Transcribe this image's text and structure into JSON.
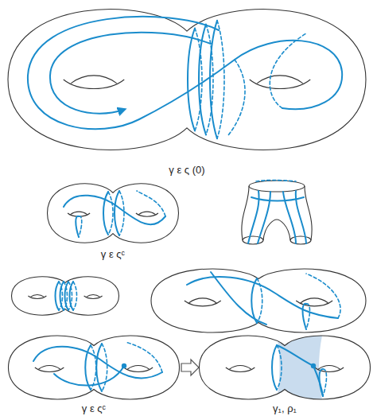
{
  "diagram": {
    "labels": [
      "γ ε ς (0)",
      "γ ε ςᶜ",
      "γ ε ςᶜ",
      "γ₁, ρ₁"
    ]
  }
}
